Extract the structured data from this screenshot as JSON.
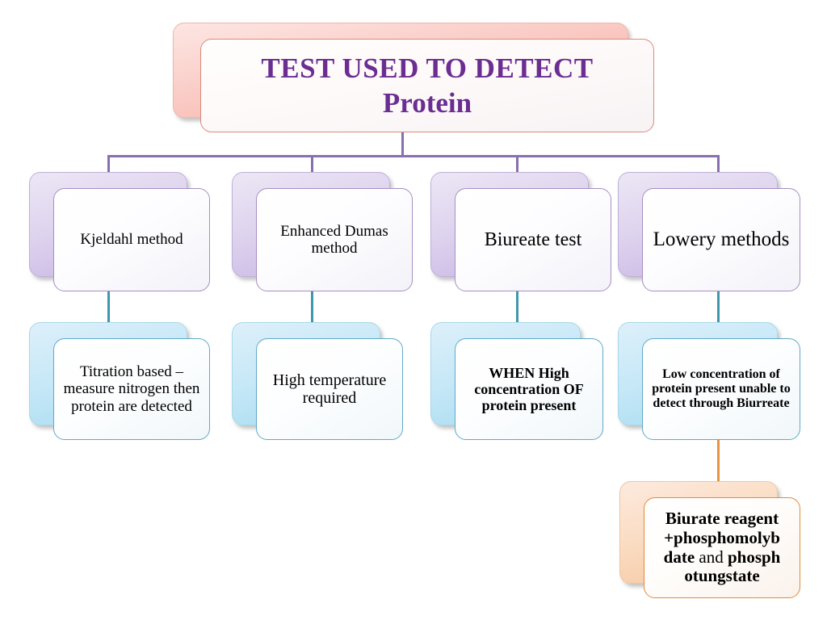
{
  "diagram": {
    "type": "flowchart",
    "orientation": "top-down",
    "title_node": {
      "line1": "TEST USED TO DETECT",
      "line2": "Protein",
      "text_color": "#6b2d91",
      "accent_color": "#f4a197"
    },
    "connector_colors": {
      "level1_to_level2": "#8a6fae",
      "level2_to_level3": "#3f97ab",
      "level3_to_level4": "#e8933f"
    },
    "methods": [
      {
        "name": "Kjeldahl method",
        "detail": "Titration based – measure nitrogen then protein are detected"
      },
      {
        "name": "Enhanced Dumas method",
        "detail": "High temperature required"
      },
      {
        "name": "Biureate test",
        "detail": "WHEN High concentration OF protein present"
      },
      {
        "name": "Lowery methods",
        "detail": "Low concentration of protein present unable to detect through Biurreate",
        "reagent": {
          "part1": "Biurate reagent +phosphomolyb date",
          "conjunction": " and ",
          "part2": "phosph otungstate"
        }
      }
    ],
    "level_accents": {
      "level2": "#c5b2e2",
      "level3": "#a3dbf0",
      "level4": "#f6c49b"
    }
  }
}
